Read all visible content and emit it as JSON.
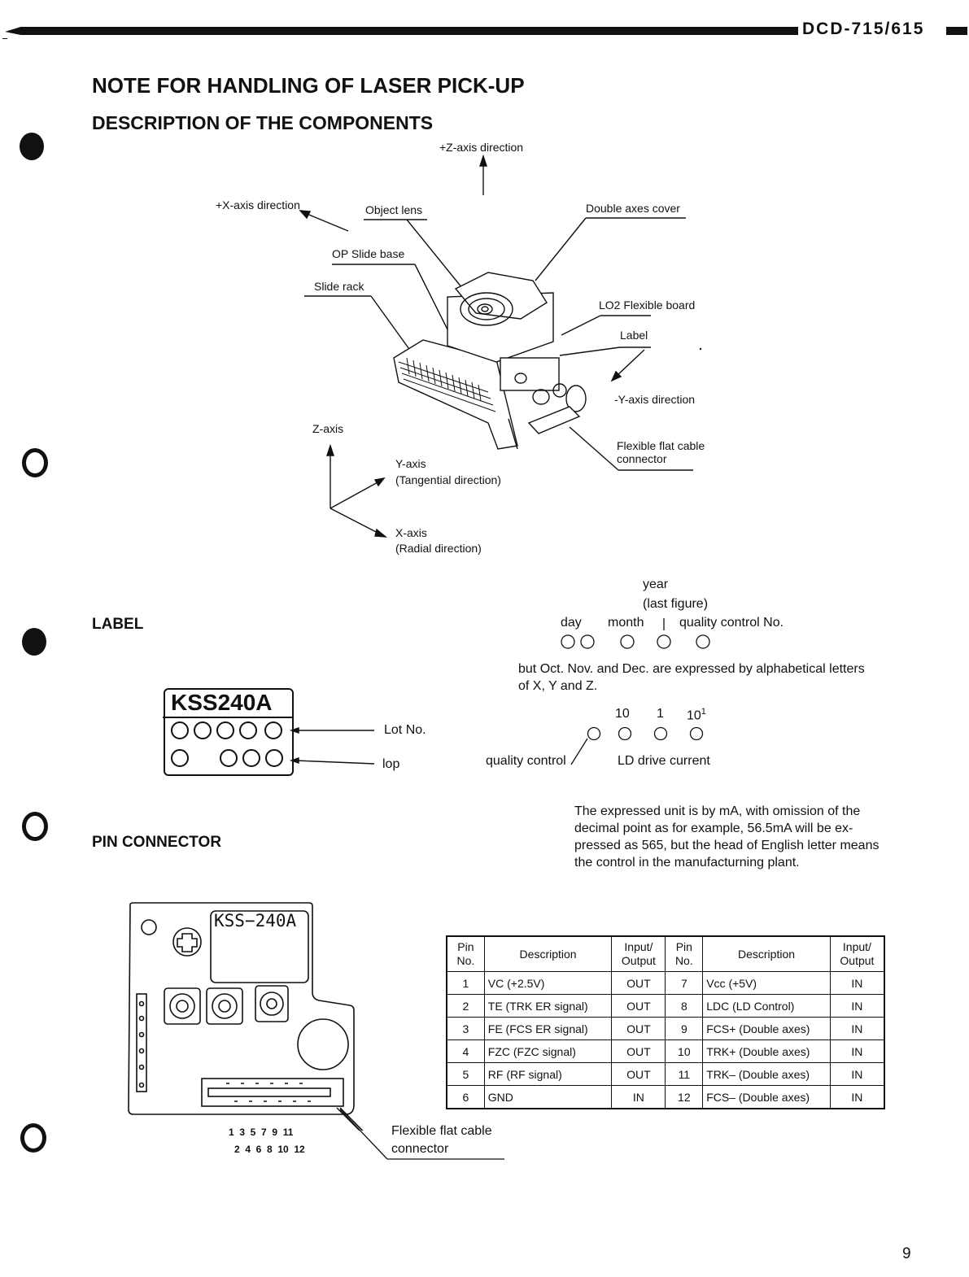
{
  "header": {
    "model": "DCD-715/615"
  },
  "title": "NOTE FOR HANDLING OF LASER PICK-UP",
  "subtitle": "DESCRIPTION OF THE COMPONENTS",
  "diagram": {
    "z_dir": "+Z-axis direction",
    "x_dir": "+X-axis direction",
    "object_lens": "Object lens",
    "double_axes_cover": "Double axes cover",
    "op_slide_base": "OP Slide base",
    "slide_rack": "Slide rack",
    "lo2_board": "LO2 Flexible board",
    "label": "Label",
    "y_dir": "-Y-axis direction",
    "ffc_connector_1": "Flexible flat cable",
    "ffc_connector_2": "connector",
    "z_axis": "Z-axis",
    "y_axis": "Y-axis",
    "y_axis_note": "(Tangential direction)",
    "x_axis": "X-axis",
    "x_axis_note": "(Radial direction)"
  },
  "label_section": {
    "heading": "LABEL",
    "model": "KSS240A",
    "lot_no": "Lot No.",
    "iop": "lop",
    "year": "year",
    "last_figure": "(last figure)",
    "day": "day",
    "month": "month",
    "quality_control_no": "quality control No.",
    "month_note_1": "but Oct. Nov. and Dec. are expressed by alphabetical letters",
    "month_note_2": "of X, Y and Z.",
    "d10": "10",
    "d1": "1",
    "d10m": "10",
    "d10m_sup": "1",
    "quality_control": "quality control",
    "ld_drive_current": "LD drive current",
    "unit_note_1": "The expressed unit is by mA, with omission of the",
    "unit_note_2": "decimal point as for example, 56.5mA will be ex-",
    "unit_note_3": "pressed as 565, but the head of English letter means",
    "unit_note_4": "the control in the manufacturning plant."
  },
  "pin_section": {
    "heading": "PIN CONNECTOR",
    "board_label": "KSS−240A",
    "odd_pins": "1  3  5  7  9  11",
    "even_pins": "2  4  6  8  10  12",
    "ffc_1": "Flexible flat cable",
    "ffc_2": "connector"
  },
  "pin_table": {
    "headers": [
      "Pin No.",
      "Description",
      "Input/ Output",
      "Pin No.",
      "Description",
      "Input/ Output"
    ],
    "rows": [
      [
        "1",
        "VC (+2.5V)",
        "OUT",
        "7",
        "Vcc (+5V)",
        "IN"
      ],
      [
        "2",
        "TE (TRK ER signal)",
        "OUT",
        "8",
        "LDC (LD Control)",
        "IN"
      ],
      [
        "3",
        "FE (FCS ER signal)",
        "OUT",
        "9",
        "FCS+ (Double axes)",
        "IN"
      ],
      [
        "4",
        "FZC (FZC signal)",
        "OUT",
        "10",
        "TRK+ (Double axes)",
        "IN"
      ],
      [
        "5",
        "RF (RF signal)",
        "OUT",
        "11",
        "TRK– (Double axes)",
        "IN"
      ],
      [
        "6",
        "GND",
        "IN",
        "12",
        "FCS– (Double axes)",
        "IN"
      ]
    ]
  },
  "page_number": "9"
}
